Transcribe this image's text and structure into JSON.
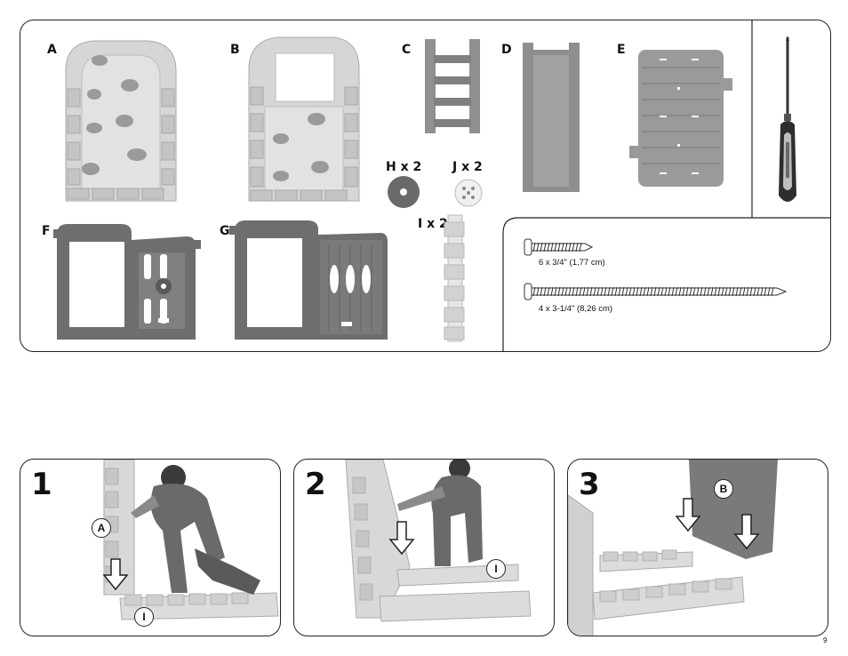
{
  "parts": {
    "A": "A",
    "B": "B",
    "C": "C",
    "D": "D",
    "E": "E",
    "F": "F",
    "G": "G",
    "H": "H x 2",
    "J": "J x 2",
    "I": "I x 2"
  },
  "screws": [
    {
      "label": "6 x  3/4\" (1,77 cm)"
    },
    {
      "label": "4 x 3-1/4\" (8,26 cm)"
    }
  ],
  "steps": [
    {
      "num": "1",
      "callouts": [
        "A",
        "I"
      ]
    },
    {
      "num": "2",
      "callouts": [
        "I"
      ]
    },
    {
      "num": "3",
      "callouts": [
        "B"
      ]
    }
  ],
  "page_number": "9"
}
